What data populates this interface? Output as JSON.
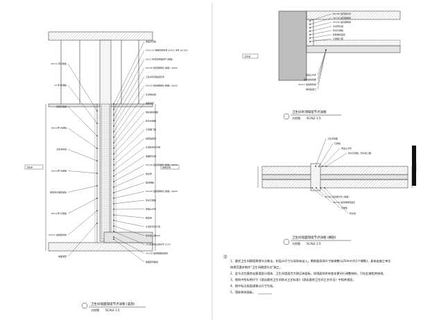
{
  "left_detail": {
    "labels_right": [
      "成品吊顶板",
      "U50×19 轻钢龙骨吊顶 @400, 吊杆 @1000",
      "(ALC) 吊顶龙骨固定件 (膨胀)",
      "50×50 镀锌钢角码 (膨胀), @800",
      "卫生间吊顶板固定件",
      "50×50 镀锌钢角码 (膨胀), @600",
      "木龙骨基层",
      "墙面瓷砖",
      "钢化玻璃隔断",
      "防水石膏板",
      "不锈钢门框",
      "瓷砖粘结层",
      "水泥砂浆找平层",
      "墙面防水层",
      "50×50 镀锌钢角码 (膨胀), @600",
      "钢龙骨",
      "镀锌钢板",
      "50×50 镀锌钢角码 (膨胀), @600",
      "防水石膏板",
      "成品止水条",
      "钢龙骨",
      "水泥砂浆找平层",
      "防水层上翻300",
      "300高混凝土挡水坎 (C20)",
      "50×50 镀锌钢角码固定",
      "楼面装饰面层"
    ],
    "labels_left": [
      "50mm 厚石膏板",
      "12 厚 防潮板",
      "双层石膏板",
      "18mm厚 石膏板",
      "卫生间吊顶",
      "18mm厚 石膏板",
      "钢龙骨与墙体连接",
      "18mm厚 石膏板",
      "50mm 岩棉隔音棉",
      "墙面瓷砖"
    ],
    "tag_left": "卫生间",
    "tag_right": "走廊过道",
    "title": "卫生间墙面隔墙节点详图 (竖剖)",
    "subtitle": "大样图",
    "scale": "SCALE 1:5"
  },
  "top_right_detail": {
    "labels": [
      "60×80 镀锌钢方管",
      "30×30 镀锌钢角码",
      "50×50 镀锌钢角码",
      "木龙骨基层",
      "防水石膏板",
      "膨胀螺栓固定",
      "不锈钢门框",
      "成品止水条",
      "钢化玻璃隔断",
      "50mm 岩棉隔音棉",
      "玻璃胶收口"
    ],
    "tag": "卫生间",
    "title": "卫生间吊顶隔墙节点详图",
    "subtitle": "大样图",
    "scale": "SCALE 1:5"
  },
  "mid_right_detail": {
    "labels_top": [
      "卫生间墙面",
      "石膏板",
      "成品止水条",
      "防水石膏板，防水层上翻"
    ],
    "labels_bottom": [
      "60×50 镀锌钢方管 (膨胀)",
      "50×50 镀锌钢角码固定",
      "石膏板",
      "防水层"
    ],
    "title": "卫生间墙面隔墙节点详图 (横剖)",
    "subtitle": "大样图",
    "scale": "SCALE 1:5"
  },
  "notes": {
    "heading": "注:",
    "items": [
      "1、客房卫生间隔墙预埋节点做法，如设计尺寸与现场有出入，需根据现场尺寸做调整(以50mm为1个模数)，具体由施工单位",
      "   按规范要求制作\"卫生间隔墙节点\"施工。",
      "2、此节点为客房走廊墙面与墙体、卫生间墙面为大理石饰面板，如墙面材质有变化需另行调整材料，可在此做相关修改。",
      "3、图纸中所标明尺寸《酒店客房卫生间防水工艺标准》《酒店客房卫生间工艺作法》中相关规定。",
      "4、图中标注画面规格以尺寸为准。",
      "5、墙体装饰面板。"
    ]
  },
  "sheet_code": "C-3.04",
  "colors": {
    "line": "#222222",
    "fill": "#e4e4e4",
    "concrete": "#bdbdbd"
  }
}
